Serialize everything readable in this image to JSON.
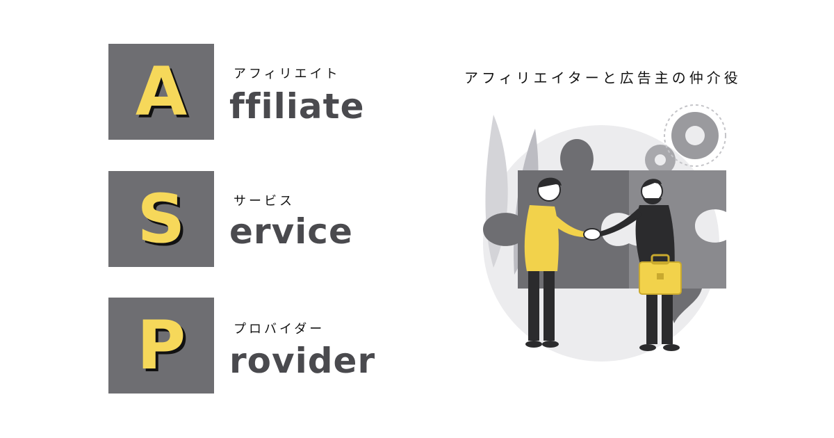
{
  "rows": [
    {
      "letter": "A",
      "kana": "アフィリエイト",
      "word": "ffiliate"
    },
    {
      "letter": "S",
      "kana": "サービス",
      "word": "ervice"
    },
    {
      "letter": "P",
      "kana": "プロバイダー",
      "word": "rovider"
    }
  ],
  "heading": "アフィリエイターと広告主の仲介役",
  "colors": {
    "box": "#6e6e72",
    "letter": "#f6d85a",
    "word": "#4a4a4e",
    "accent": "#f2d24b"
  },
  "icons": [
    "puzzle-icon",
    "gear-icon",
    "handshake-icon",
    "briefcase-icon",
    "leaf-icon"
  ]
}
